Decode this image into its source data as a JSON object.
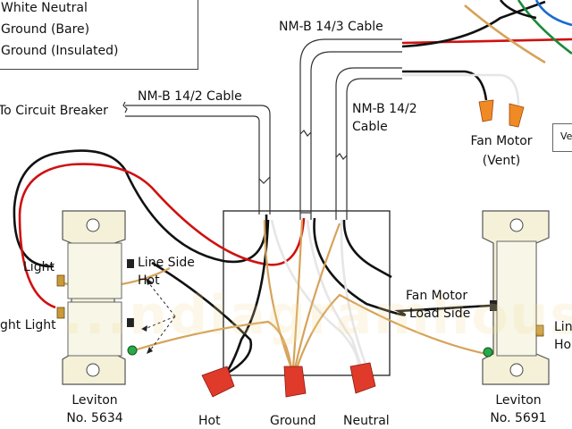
{
  "legend": {
    "lines": [
      "White Neutral",
      "Ground (Bare)",
      "Ground (Insulated)"
    ]
  },
  "labels": {
    "cable_14_3": "NM-B 14/3 Cable",
    "cable_14_2_top": "NM-B 14/2 Cable",
    "cable_14_2_right_line1": "NM-B 14/2",
    "cable_14_2_right_line2": "Cable",
    "to_breaker": "To Circuit Breaker",
    "fan_motor_vent_line1": "Fan Motor",
    "fan_motor_vent_line2": "(Vent)",
    "vent_cut": "Ve",
    "light_upper": "Light",
    "light_lower": "ght Light",
    "line_side_line1": "Line Side",
    "line_side_line2": "Hot",
    "fan_load_line1": "Fan Motor",
    "fan_load_line2": "Load Side",
    "right_cut_line1": "Lin",
    "right_cut_line2": "Ho",
    "leviton_left_line1": "Leviton",
    "leviton_left_line2": "No. 5634",
    "leviton_right_line1": "Leviton",
    "leviton_right_line2": "No. 5691",
    "bottom_hot": "Hot",
    "bottom_ground": "Ground",
    "bottom_neutral": "Neutral"
  },
  "watermark": "...ndiagramhouse.co",
  "colors": {
    "hot_black": "#111111",
    "hot_red": "#d01010",
    "neutral_white": "#e6e6e6",
    "ground_bare": "#d6a35a",
    "wire_nut_red": "#e03a2a",
    "wire_nut_orange": "#f08a24",
    "switch_yellow": "#f4f1d8",
    "green_wire": "#2aa84a"
  }
}
